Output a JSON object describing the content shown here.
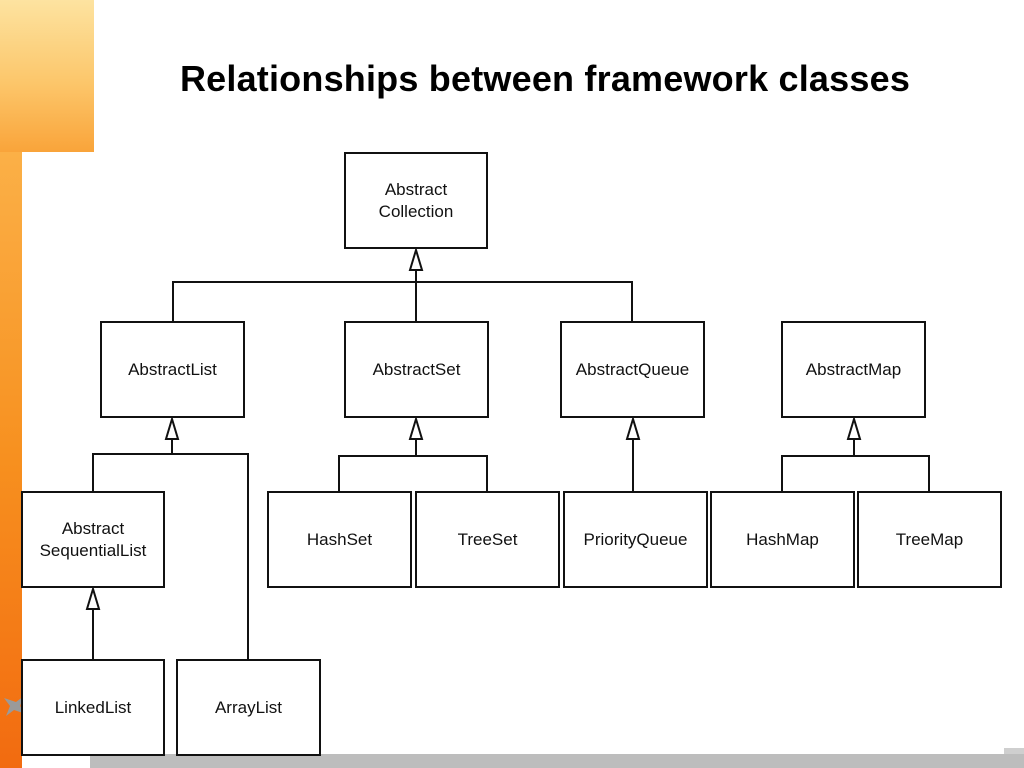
{
  "slide": {
    "title": "Relationships between framework classes"
  },
  "colors": {
    "accent_light": "#fde3a0",
    "accent_dark": "#f26b10",
    "footer": "#bdbdbd",
    "line": "#111111"
  },
  "diagram": {
    "nodes": {
      "abstract_collection": [
        "Abstract",
        "Collection"
      ],
      "abstract_list": "AbstractList",
      "abstract_set": "AbstractSet",
      "abstract_queue": "AbstractQueue",
      "abstract_map": "AbstractMap",
      "abstract_sequential_list": [
        "Abstract",
        "SequentialList"
      ],
      "hash_set": "HashSet",
      "tree_set": "TreeSet",
      "priority_queue": "PriorityQueue",
      "hash_map": "HashMap",
      "tree_map": "TreeMap",
      "linked_list": "LinkedList",
      "array_list": "ArrayList"
    },
    "edges": [
      [
        "abstract_list",
        "abstract_collection"
      ],
      [
        "abstract_set",
        "abstract_collection"
      ],
      [
        "abstract_queue",
        "abstract_collection"
      ],
      [
        "abstract_sequential_list",
        "abstract_list"
      ],
      [
        "array_list",
        "abstract_list"
      ],
      [
        "hash_set",
        "abstract_set"
      ],
      [
        "tree_set",
        "abstract_set"
      ],
      [
        "priority_queue",
        "abstract_queue"
      ],
      [
        "hash_map",
        "abstract_map"
      ],
      [
        "tree_map",
        "abstract_map"
      ],
      [
        "linked_list",
        "abstract_sequential_list"
      ]
    ]
  }
}
